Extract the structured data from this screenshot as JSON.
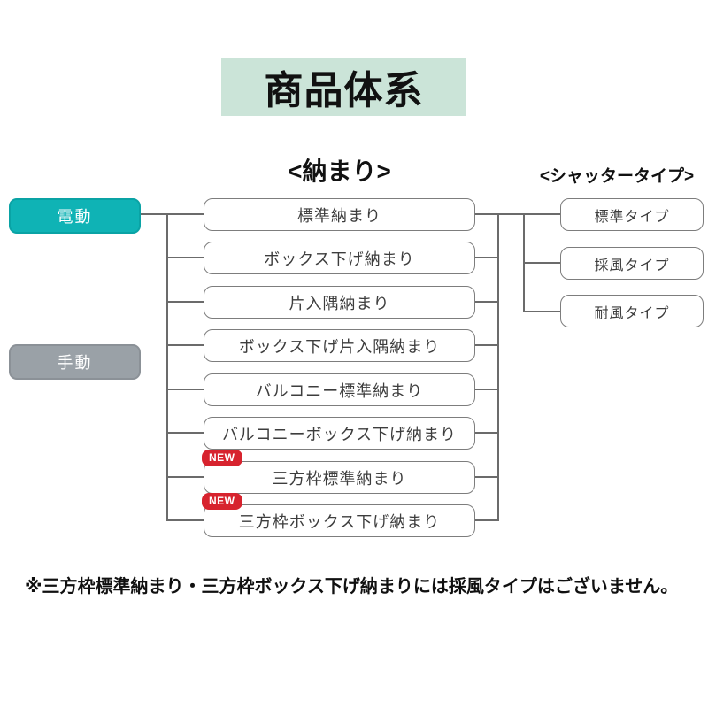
{
  "title": "商品体系",
  "columns": {
    "installation": {
      "heading": "<納まり>"
    },
    "shutter_type": {
      "heading": "<シャッタータイプ>"
    }
  },
  "drive_nodes": [
    {
      "label": "電動",
      "color": "#0fb3b5"
    },
    {
      "label": "手動",
      "color": "#9aa1a7"
    }
  ],
  "installation_nodes": [
    {
      "label": "標準納まり",
      "new": false
    },
    {
      "label": "ボックス下げ納まり",
      "new": false
    },
    {
      "label": "片入隅納まり",
      "new": false
    },
    {
      "label": "ボックス下げ片入隅納まり",
      "new": false
    },
    {
      "label": "バルコニー標準納まり",
      "new": false
    },
    {
      "label": "バルコニーボックス下げ納まり",
      "new": false
    },
    {
      "label": "三方枠標準納まり",
      "new": true
    },
    {
      "label": "三方枠ボックス下げ納まり",
      "new": true
    }
  ],
  "shutter_type_nodes": [
    {
      "label": "標準タイプ"
    },
    {
      "label": "採風タイプ"
    },
    {
      "label": "耐風タイプ"
    }
  ],
  "badge": {
    "label": "NEW",
    "color": "#d7232e"
  },
  "footnote": "※三方枠標準納まり・三方枠ボックス下げ納まりには採風タイプはございません。",
  "colors": {
    "title_background": "#cbe4d8",
    "electric_teal": "#0fb3b5",
    "manual_gray": "#9aa1a7",
    "badge_red": "#d7232e",
    "line_gray": "#6b6b6b",
    "box_border_gray": "#7d7d7d"
  }
}
